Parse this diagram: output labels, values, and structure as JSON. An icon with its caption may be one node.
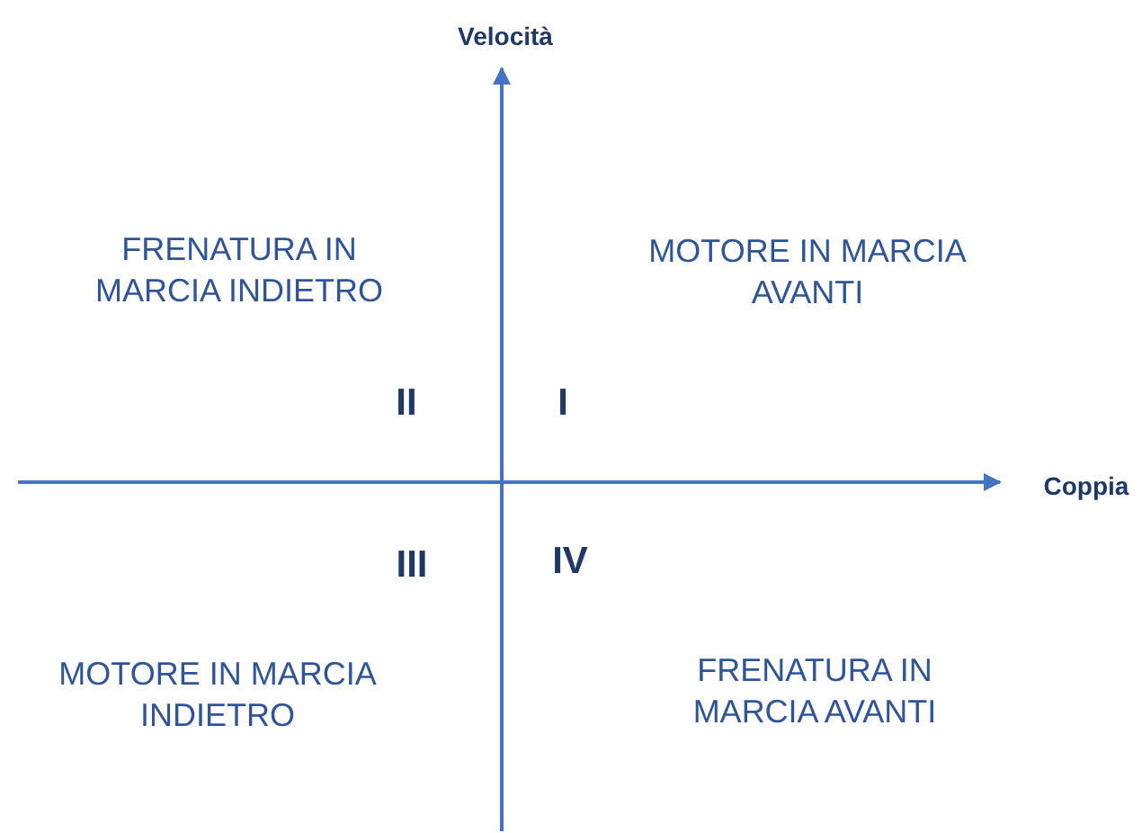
{
  "diagram": {
    "labels": [
      "Velocità",
      "FRENATURA IN MARCIA INDIETRO",
      "MOTORE IN MARCIA AVANTI",
      "II",
      "I",
      "Coppia",
      "III",
      "IV",
      "MOTORE IN MARCIA INDIETRO",
      "FRENATURA IN MARCIA AVANTI"
    ]
  }
}
